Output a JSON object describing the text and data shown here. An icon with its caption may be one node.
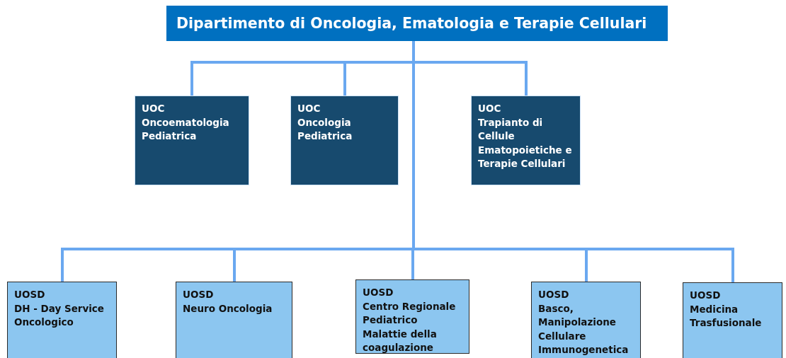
{
  "diagram": {
    "nodes": [
      {
        "text": [
          "Dipartimento di Oncologia, Ematologia e Terapie Cellulari"
        ]
      },
      {
        "text": [
          "UOC",
          "Oncoematologia Pediatrica"
        ]
      },
      {
        "text": [
          "UOC",
          "Oncologia Pediatrica"
        ]
      },
      {
        "text": [
          "UOC",
          "Trapianto di Cellule Ematopoietiche e Terapie Cellulari"
        ]
      },
      {
        "text": [
          "UOSD",
          "DH - Day Service Oncologico"
        ]
      },
      {
        "text": [
          "UOSD",
          "Neuro Oncologia"
        ]
      },
      {
        "text": [
          "UOSD",
          "Centro Regionale Pediatrico Malattie della coagulazione"
        ]
      },
      {
        "text": [
          "UOSD",
          "Basco, Manipolazione Cellulare Immunogenetica"
        ]
      },
      {
        "text": [
          "UOSD",
          "Medicina Trasfusionale"
        ]
      }
    ],
    "edges": [
      {
        "from": 0,
        "to": 1,
        "arrow": "none"
      },
      {
        "from": 0,
        "to": 2,
        "arrow": "none"
      },
      {
        "from": 0,
        "to": 3,
        "arrow": "none"
      },
      {
        "from": 0,
        "to": 4,
        "arrow": "none"
      },
      {
        "from": 0,
        "to": 5,
        "arrow": "none"
      },
      {
        "from": 0,
        "to": 6,
        "arrow": "none"
      },
      {
        "from": 0,
        "to": 7,
        "arrow": "none"
      },
      {
        "from": 0,
        "to": 8,
        "arrow": "none"
      }
    ]
  }
}
